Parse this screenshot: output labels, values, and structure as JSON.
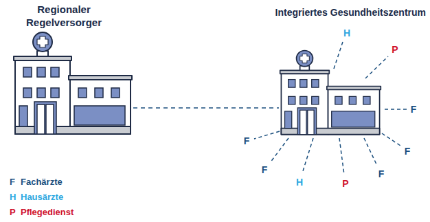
{
  "diagram": {
    "nodes": [
      {
        "text": [
          "Regionaler Regelversorger"
        ]
      },
      {
        "text": [
          "Integriertes Gesundheitszentrum"
        ]
      }
    ],
    "edges": [
      {
        "from": 0,
        "to": 1,
        "arrow": "none"
      }
    ],
    "labels": [
      "H",
      "P",
      "F",
      "F",
      "F",
      "P",
      "H",
      "F",
      "F",
      "F",
      "H",
      "P"
    ],
    "legend": [
      {
        "text": "Fachärzte",
        "color": "#1b4f7e"
      },
      {
        "text": "Hausärzte",
        "color": "#2aa7df"
      },
      {
        "text": "Pflegedienst",
        "color": "#d0112b"
      }
    ]
  }
}
